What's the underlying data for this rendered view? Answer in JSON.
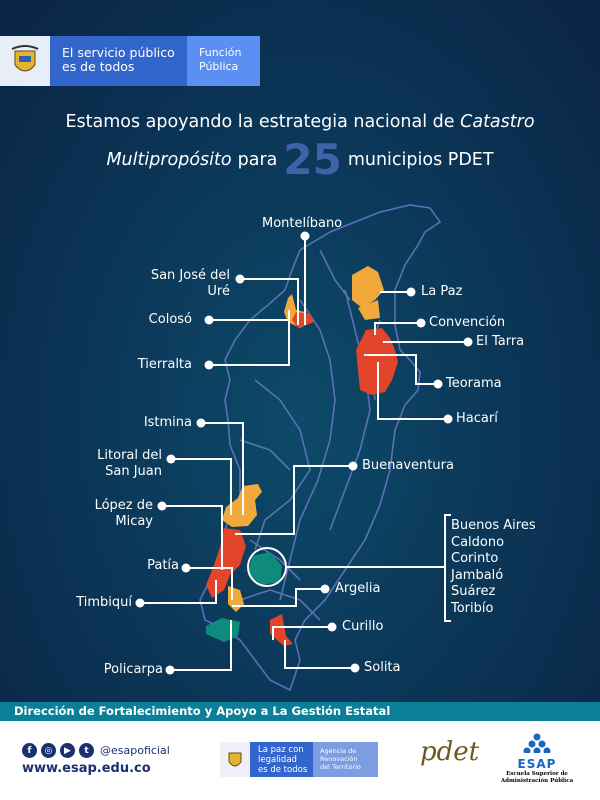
{
  "header": {
    "gov_line1": "El servicio público",
    "gov_line2": "es de todos",
    "entity_line1": "Función",
    "entity_line2": "Pública"
  },
  "headline": {
    "line1_a": "Estamos apoyando la estrategia nacional de",
    "line1_b": "Catastro",
    "line2_a": "Multipropósito",
    "line2_b": "para",
    "count": "25",
    "line2_c": "municipios PDET"
  },
  "municipalities": {
    "montelibano": "Montelíbano",
    "san_jose_1": "San José del",
    "san_jose_2": "Uré",
    "coloso": "Colosó",
    "tierralta": "Tierralta",
    "istmina": "Istmina",
    "litoral_1": "Litoral del",
    "litoral_2": "San Juan",
    "lopez_1": "López de",
    "lopez_2": "Micay",
    "patia": "Patía",
    "timbiqui": "Timbiquí",
    "policarpa": "Policarpa",
    "la_paz": "La Paz",
    "convencion": "Convención",
    "el_tarra": "El Tarra",
    "teorama": "Teorama",
    "hacari": "Hacarí",
    "buenaventura": "Buenaventura",
    "argelia": "Argelia",
    "curillo": "Curillo",
    "solita": "Solita",
    "cauca_group": [
      "Buenos Aires",
      "Caldono",
      "Corinto",
      "Jambaló",
      "Suárez",
      "Toribío"
    ]
  },
  "colors": {
    "orange": "#f2a93b",
    "red": "#e2452a",
    "teal": "#0f8b7d",
    "outline": "#5b70b8"
  },
  "footer": {
    "band": "Dirección de Fortalecimiento y Apoyo a La Gestión Estatal",
    "handle": "@esapoficial",
    "website": "www.esap.edu.co",
    "paz_1": "La paz con",
    "paz_2": "legalidad",
    "paz_3": "es de todos",
    "art_1": "Agencia de",
    "art_2": "Renovación",
    "art_3": "del Territorio",
    "pdet": "pdet",
    "esap": "ESAP",
    "esap_name_1": "Escuela Superior de",
    "esap_name_2": "Administración Pública"
  }
}
